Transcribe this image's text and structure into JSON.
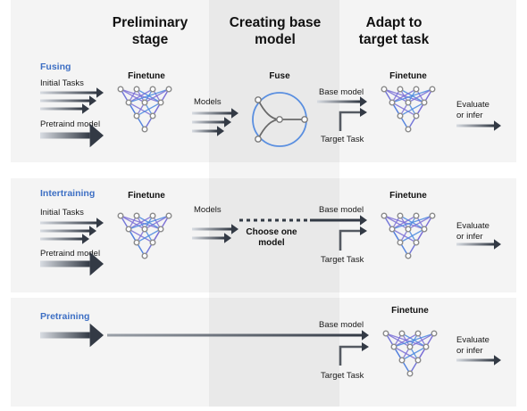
{
  "headers": {
    "stage1": [
      "Preliminary",
      "stage"
    ],
    "stage2": [
      "Creating base",
      "model"
    ],
    "stage3": [
      "Adapt to",
      "target task"
    ]
  },
  "rows": {
    "fusing": {
      "title": "Fusing",
      "initial_tasks": "Initial Tasks",
      "pretrained": "Pretraind model",
      "finetune1": "Finetune",
      "models": "Models",
      "fuse": "Fuse",
      "base_model": "Base model",
      "target_task": "Target Task",
      "finetune2": "Finetune",
      "evaluate": [
        "Evaluate",
        "or infer"
      ]
    },
    "intertraining": {
      "title": "Intertraining",
      "initial_tasks": "Initial Tasks",
      "pretrained": "Pretraind model",
      "finetune1": "Finetune",
      "models": "Models",
      "choose": [
        "Choose one",
        "model"
      ],
      "base_model": "Base model",
      "target_task": "Target Task",
      "finetune2": "Finetune",
      "evaluate": [
        "Evaluate",
        "or infer"
      ]
    },
    "pretraining": {
      "title": "Pretraining",
      "base_model": "Base model",
      "target_task": "Target Task",
      "finetune2": "Finetune",
      "evaluate": [
        "Evaluate",
        "or infer"
      ]
    }
  },
  "colors": {
    "section_title": "#3d6fc4",
    "arrow_dark": "#333a45",
    "band_light": "#f4f4f4",
    "band_mid": "#e9e9e9",
    "network_purple": "#7b6fd6",
    "network_blue": "#4a88e0",
    "node": "#8a8a8a",
    "fuse_circle": "#5a8fe0"
  }
}
